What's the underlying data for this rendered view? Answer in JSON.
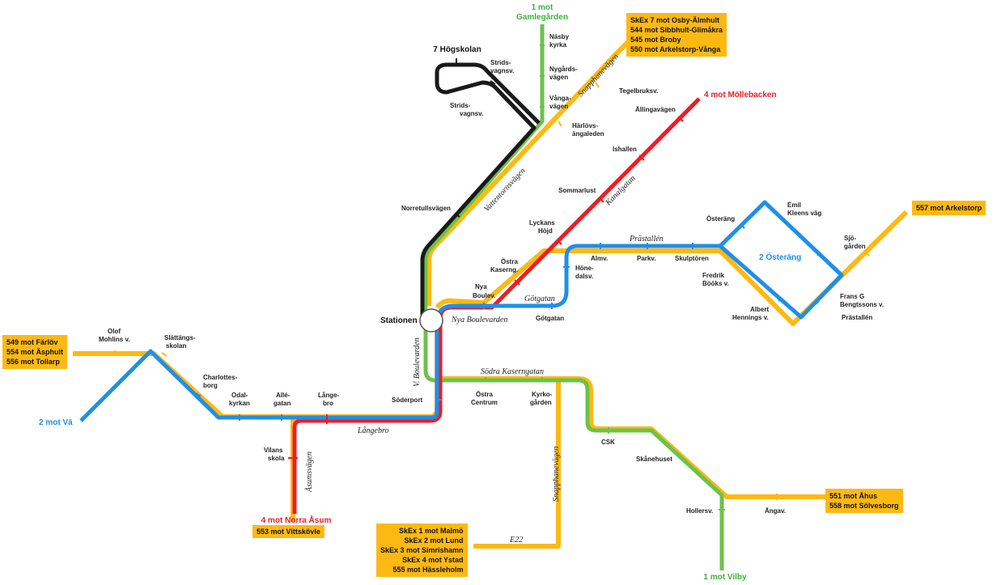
{
  "colors": {
    "yellow": "#fdb913",
    "green": "#6cc24a",
    "red": "#ee1c25",
    "blue": "#1f8fe8",
    "black": "#1a1a1a"
  },
  "boxes": {
    "ne": [
      "SkEx 7 mot Osby-Älmhult",
      "544 mot Sibbhult-Glimåkra",
      "545 mot Broby",
      "550 mot Arkelstorp-Vånga"
    ],
    "east": [
      "557 mot Arkelstorp"
    ],
    "west": [
      "549 mot Färlöv",
      "554 mot Äsphult",
      "556 mot Tollarp"
    ],
    "south_small": [
      "553 mot Vittskövle"
    ],
    "south_main": [
      "SkEx 1 mot Malmö",
      "SkEx 2 mot Lund",
      "SkEx 3 mot Simrishamn",
      "SkEx 4 mot Ystad",
      "555 mot Hässleholm"
    ],
    "se": [
      "551 mot Åhus",
      "558 mot Sölvesborg"
    ]
  },
  "terminals": {
    "line1_north_a": "1 mot",
    "line1_north_b": "Gamlegården",
    "line7": "7 Högskolan",
    "line4_north": "4 mot Möllebacken",
    "line2_west": "2 mot Vä",
    "line4_south": "4 mot Norra Åsum",
    "line1_south": "1 mot Vilby",
    "line2_loop": "2 Österäng",
    "station": "Stationen"
  },
  "stops": {
    "nasby_a": "Näsby",
    "nasby_b": "kyrka",
    "nygards_a": "Nygårds-",
    "nygards_b": "vägen",
    "vanga_a": "Vånga-",
    "vanga_b": "vägen",
    "harlovs_a": "Härlövs-",
    "harlovs_b": "ängaleden",
    "tegelbruks": "Tegelbruksv.",
    "strids1_a": "Strids-",
    "strids1_b": "vagnsv.",
    "strids2_a": "Strids-",
    "strids2_b": "vagnsv.",
    "norretull": "Norretullsvägen",
    "allinga": "Ällingavägen",
    "ishallen": "Ishallen",
    "sommarlust": "Sommarlust",
    "lyckans_a": "Lyckans",
    "lyckans_b": "Höjd",
    "ostra_kas_a": "Östra",
    "ostra_kas_b": "Kaserng.",
    "nya_boul_a": "Nya",
    "nya_boul_b": "Boulev.",
    "almv": "Almv.",
    "parkv": "Parkv.",
    "skulptoren": "Skulptören",
    "hone_a": "Höne-",
    "hone_b": "dalsv.",
    "gotgatan": "Götgatan",
    "osterang": "Österäng",
    "emil_a": "Emil",
    "emil_b": "Kleens väg",
    "sjo_a": "Sjö-",
    "sjo_b": "gården",
    "fredrik_a": "Fredrik",
    "fredrik_b": "Bööks v.",
    "albert_a": "Albert",
    "albert_b": "Hennings v.",
    "frans_a": "Frans G",
    "frans_b": "Bengtssons v.",
    "prastallen": "Prästallén",
    "olof_a": "Olof",
    "olof_b": "Mohlins v.",
    "slattangs_a": "Slättängs-",
    "slattangs_b": "skolan",
    "charl_a": "Charlottes-",
    "charl_b": "borg",
    "odal_a": "Odal-",
    "odal_b": "kyrkan",
    "alle_a": "Allé-",
    "alle_b": "gatan",
    "lange_a": "Långe-",
    "lange_b": "bro",
    "soderport": "Söderport",
    "ostra_c_a": "Östra",
    "ostra_c_b": "Centrum",
    "kyrko_a": "Kyrko-",
    "kyrko_b": "gården",
    "vilans_a": "Vilans",
    "vilans_b": "skola",
    "csk": "CSK",
    "skanehuset": "Skånehuset",
    "hollersv": "Hollersv.",
    "angav": "Ängav."
  },
  "streets": {
    "snapphane_n": "Snapphanevägen",
    "vattentorns": "Vattentornsvägen",
    "kanalgatan": "Kanalgatan",
    "prastallen": "Prästallén",
    "gotgatan": "Götgatan",
    "nya_boulevarden": "Nya Boulevarden",
    "v_boulevarden": "V. Boulevarden",
    "sodra_kaserngatan": "Södra Kaserngatan",
    "langebro": "Långebro",
    "asumsvagen": "Åsumsvägen",
    "snapphane_s": "Snapphanevägen",
    "e22": "E22"
  }
}
